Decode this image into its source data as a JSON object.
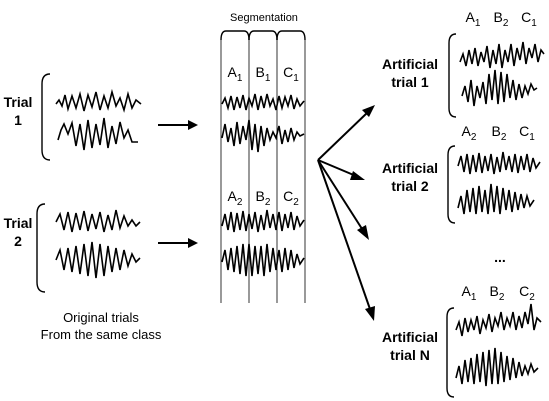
{
  "diagram": {
    "segmentation_title": "Segmentation",
    "original": {
      "trial1": {
        "line1": "Trial",
        "line2": "1"
      },
      "trial2": {
        "line1": "Trial",
        "line2": "2"
      },
      "caption_line1": "Original trials",
      "caption_line2": "From the same class"
    },
    "segments": {
      "row1": [
        {
          "letter": "A",
          "sub": "1"
        },
        {
          "letter": "B",
          "sub": "1"
        },
        {
          "letter": "C",
          "sub": "1"
        }
      ],
      "row2": [
        {
          "letter": "A",
          "sub": "2"
        },
        {
          "letter": "B",
          "sub": "2"
        },
        {
          "letter": "C",
          "sub": "2"
        }
      ]
    },
    "artificial": [
      {
        "line1": "Artificial",
        "line2": "trial 1",
        "segments": [
          {
            "letter": "A",
            "sub": "1"
          },
          {
            "letter": "B",
            "sub": "2"
          },
          {
            "letter": "C",
            "sub": "1"
          }
        ]
      },
      {
        "line1": "Artificial",
        "line2": "trial 2",
        "segments": [
          {
            "letter": "A",
            "sub": "2"
          },
          {
            "letter": "B",
            "sub": "2"
          },
          {
            "letter": "C",
            "sub": "1"
          }
        ]
      },
      {
        "line1": "Artificial",
        "line2": "trial N",
        "segments": [
          {
            "letter": "A",
            "sub": "1"
          },
          {
            "letter": "B",
            "sub": "2"
          },
          {
            "letter": "C",
            "sub": "2"
          }
        ]
      }
    ],
    "ellipsis": "..."
  }
}
